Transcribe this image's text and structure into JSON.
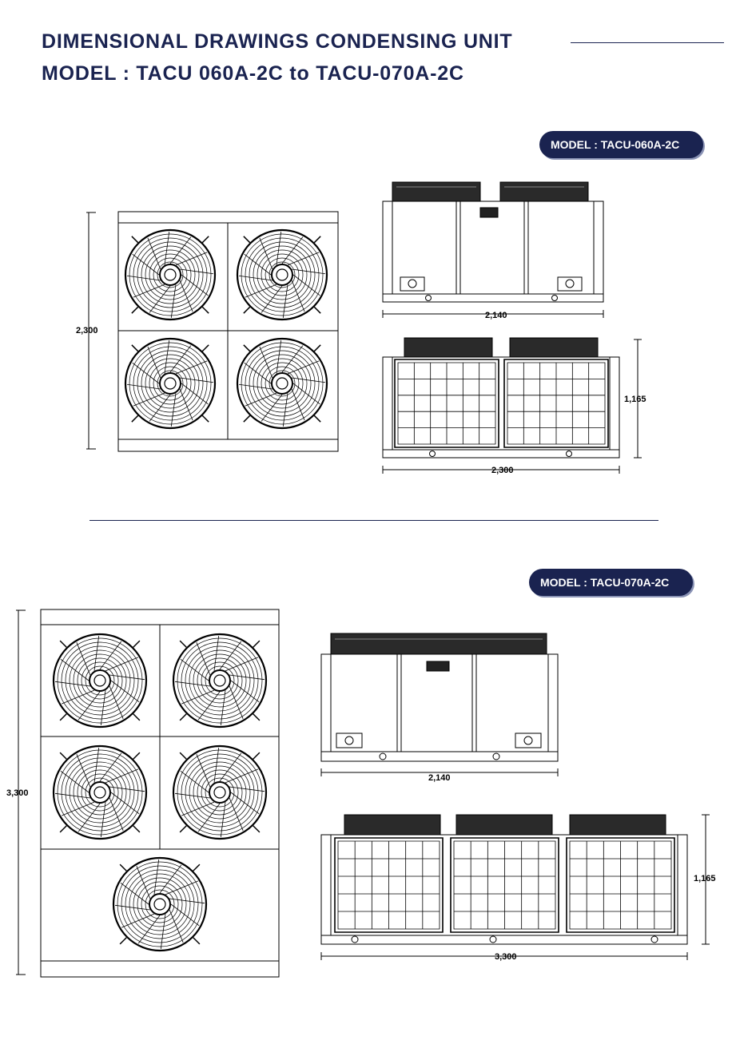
{
  "header": {
    "title_line1": "DIMENSIONAL DRAWINGS  CONDENSING UNIT",
    "title_line2": "MODEL :  TACU 060A-2C to TACU-070A-2C"
  },
  "models": [
    {
      "badge": "MODEL :  TACU-060A-2C",
      "top_view": {
        "depth_label": "2,300",
        "fan_count": 4
      },
      "side_view": {
        "width_label": "2,140"
      },
      "front_view": {
        "height_label": "1,165",
        "width_label": "2,300",
        "coil_count": 2
      }
    },
    {
      "badge": "MODEL :  TACU-070A-2C",
      "top_view": {
        "depth_label": "3,300",
        "fan_count": 5
      },
      "side_view": {
        "width_label": "2,140"
      },
      "front_view": {
        "height_label": "1,165",
        "width_label": "3,300",
        "coil_count": 3
      }
    }
  ],
  "colors": {
    "accent": "#1a2350",
    "line": "#000000"
  }
}
